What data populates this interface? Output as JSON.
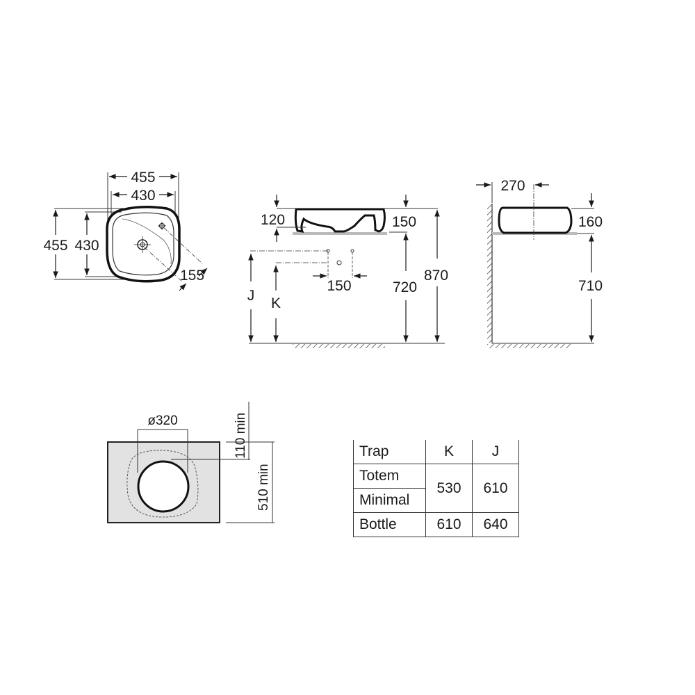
{
  "top_view": {
    "width_outer": "455",
    "width_inner": "430",
    "depth_outer": "455",
    "depth_inner": "430",
    "tap_offset": "155"
  },
  "front_view": {
    "basin_height_left": "120",
    "basin_height_right": "150",
    "tap_spacing": "150",
    "counter_height": "720",
    "total_height": "870",
    "label_j": "J",
    "label_k": "K"
  },
  "side_view": {
    "wall_distance": "270",
    "basin_height": "160",
    "counter_height": "710"
  },
  "cutout_view": {
    "diameter": "ø320",
    "edge_min": "110 min",
    "depth_min": "510 min"
  },
  "trap_table": {
    "headers": [
      "Trap",
      "K",
      "J"
    ],
    "rows": [
      {
        "trap": "Totem"
      },
      {
        "trap": "Minimal"
      },
      {
        "trap": "Bottle",
        "k": "610",
        "j": "640"
      }
    ],
    "merged": {
      "k": "530",
      "j": "610"
    }
  }
}
